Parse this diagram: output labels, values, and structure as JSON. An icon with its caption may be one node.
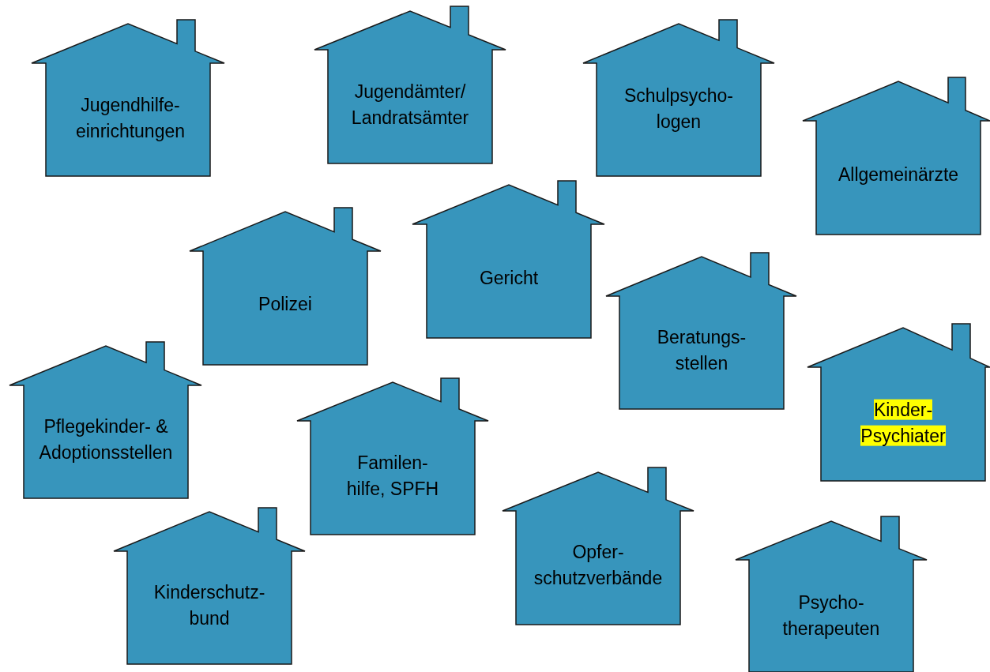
{
  "diagram": {
    "nodes": [
      {
        "text": [
          "Jugendhilfe- einrichtungen"
        ]
      },
      {
        "text": [
          "Jugendämter/ Landratsämter"
        ]
      },
      {
        "text": [
          "Schulpsycho- logen"
        ]
      },
      {
        "text": [
          "Allgemeinärzte"
        ]
      },
      {
        "text": [
          "Polizei"
        ]
      },
      {
        "text": [
          "Gericht"
        ]
      },
      {
        "text": [
          "Beratungs- stellen"
        ]
      },
      {
        "text": [
          "Pflegekinder- & Adoptionsstellen"
        ]
      },
      {
        "text": [
          "Kinder- Psychiater"
        ]
      },
      {
        "text": [
          "Familen- hilfe, SPFH"
        ]
      },
      {
        "text": [
          "Kinderschutz- bund"
        ]
      },
      {
        "text": [
          "Opfer- schutzverbände"
        ]
      },
      {
        "text": [
          "Psycho- therapeuten"
        ]
      }
    ]
  }
}
